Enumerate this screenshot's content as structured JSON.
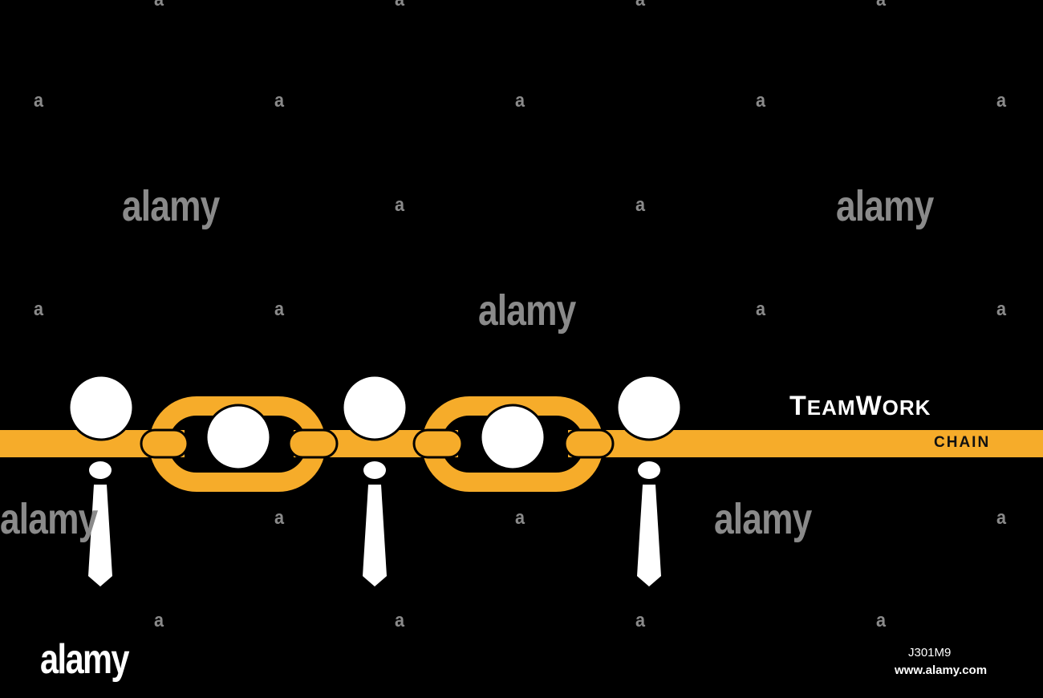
{
  "colors": {
    "background": "#000000",
    "chain": "#f6ac2a",
    "figure": "#ffffff",
    "watermark": "#8a8a8a"
  },
  "title": {
    "main_first": "T",
    "main_first_rest": "EAM",
    "main_second": "W",
    "main_second_rest": "ORK",
    "subtitle": "CHAIN"
  },
  "watermark": {
    "brand": "alamy",
    "mark": "a"
  },
  "footer": {
    "logo": "alamy",
    "image_id": "J301M9",
    "url": "www.alamy.com"
  },
  "figures": [
    {
      "name": "person-1"
    },
    {
      "name": "person-2"
    },
    {
      "name": "person-3"
    }
  ],
  "link_heads": [
    {
      "name": "link-head-1"
    },
    {
      "name": "link-head-2"
    }
  ]
}
